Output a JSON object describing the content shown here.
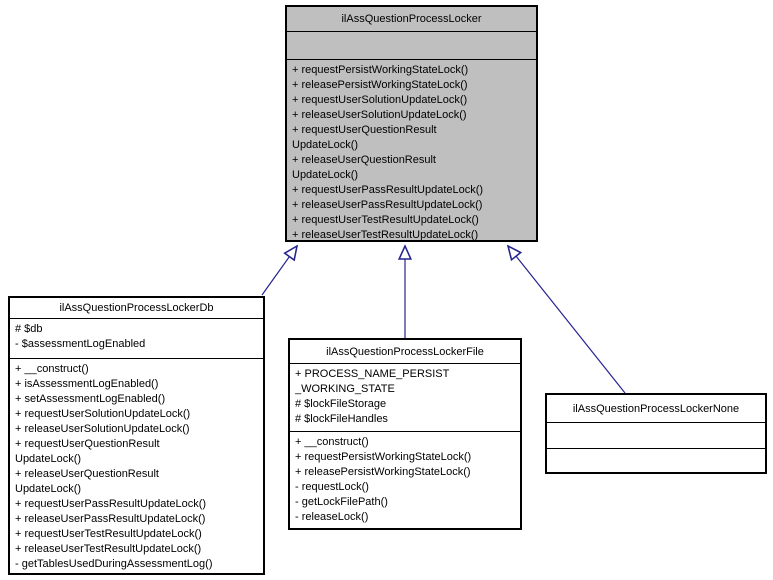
{
  "colors": {
    "edge": "#24248f",
    "node_border": "#000000",
    "selected_node_fill": "#bfbfbf"
  },
  "classes": [
    {
      "name": "ilAssQuestionProcessLocker",
      "attribute_lines": [],
      "method_lines": [
        "+ requestPersistWorkingStateLock()",
        "+ releasePersistWorkingStateLock()",
        "+ requestUserSolutionUpdateLock()",
        "+ releaseUserSolutionUpdateLock()",
        "+ requestUserQuestionResult",
        "UpdateLock()",
        "+ releaseUserQuestionResult",
        "UpdateLock()",
        "+ requestUserPassResultUpdateLock()",
        "+ releaseUserPassResultUpdateLock()",
        "+ requestUserTestResultUpdateLock()",
        "+ releaseUserTestResultUpdateLock()"
      ]
    },
    {
      "name": "ilAssQuestionProcessLockerDb",
      "attribute_lines": [
        "# $db",
        "- $assessmentLogEnabled"
      ],
      "method_lines": [
        "+ __construct()",
        "+ isAssessmentLogEnabled()",
        "+ setAssessmentLogEnabled()",
        "+ requestUserSolutionUpdateLock()",
        "+ releaseUserSolutionUpdateLock()",
        "+ requestUserQuestionResult",
        "UpdateLock()",
        "+ releaseUserQuestionResult",
        "UpdateLock()",
        "+ requestUserPassResultUpdateLock()",
        "+ releaseUserPassResultUpdateLock()",
        "+ requestUserTestResultUpdateLock()",
        "+ releaseUserTestResultUpdateLock()",
        "- getTablesUsedDuringAssessmentLog()"
      ]
    },
    {
      "name": "ilAssQuestionProcessLockerFile",
      "attribute_lines": [
        "+ PROCESS_NAME_PERSIST",
        "_WORKING_STATE",
        "# $lockFileStorage",
        "# $lockFileHandles"
      ],
      "method_lines": [
        "+ __construct()",
        "+ requestPersistWorkingStateLock()",
        "+ releasePersistWorkingStateLock()",
        "- requestLock()",
        "- getLockFilePath()",
        "- releaseLock()"
      ]
    },
    {
      "name": "ilAssQuestionProcessLockerNone",
      "attribute_lines": [],
      "method_lines": []
    }
  ],
  "edges": [
    {
      "from": "ilAssQuestionProcessLockerDb",
      "to": "ilAssQuestionProcessLocker",
      "relation": "inherits"
    },
    {
      "from": "ilAssQuestionProcessLockerFile",
      "to": "ilAssQuestionProcessLocker",
      "relation": "inherits"
    },
    {
      "from": "ilAssQuestionProcessLockerNone",
      "to": "ilAssQuestionProcessLocker",
      "relation": "inherits"
    }
  ]
}
